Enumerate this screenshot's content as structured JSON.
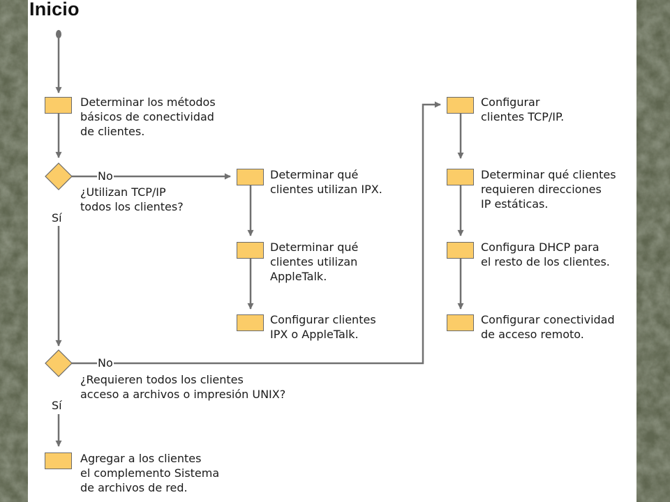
{
  "title": "Inicio",
  "steps": {
    "s1": {
      "lines": [
        "Determinar los métodos",
        "básicos de conectividad",
        "de clientes."
      ]
    },
    "s2": {
      "lines": [
        "Determinar qué",
        "clientes utilizan IPX."
      ]
    },
    "s3": {
      "lines": [
        "Determinar qué",
        "clientes utilizan",
        "AppleTalk."
      ]
    },
    "s4": {
      "lines": [
        "Configurar clientes",
        "IPX o AppleTalk."
      ]
    },
    "s5": {
      "lines": [
        "Configurar",
        "clientes TCP/IP."
      ]
    },
    "s6": {
      "lines": [
        "Determinar qué clientes",
        "requieren direcciones",
        "IP estáticas."
      ]
    },
    "s7": {
      "lines": [
        "Configura DHCP para",
        "el resto de los clientes."
      ]
    },
    "s8": {
      "lines": [
        "Configurar conectividad",
        "de acceso remoto."
      ]
    },
    "s9": {
      "lines": [
        "Agregar a los clientes",
        "el complemento Sistema",
        "de archivos de red."
      ]
    }
  },
  "decisions": {
    "d1": {
      "lines": [
        "¿Utilizan TCP/IP",
        "todos los clientes?"
      ],
      "no": "No",
      "yes": "Sí"
    },
    "d2": {
      "lines": [
        "¿Requieren todos los clientes",
        "acceso a archivos o impresión UNIX?"
      ],
      "no": "No",
      "yes": "Sí"
    }
  },
  "colors": {
    "box_fill": "#fbcc68",
    "line": "#707070",
    "background": "#5f6650"
  }
}
